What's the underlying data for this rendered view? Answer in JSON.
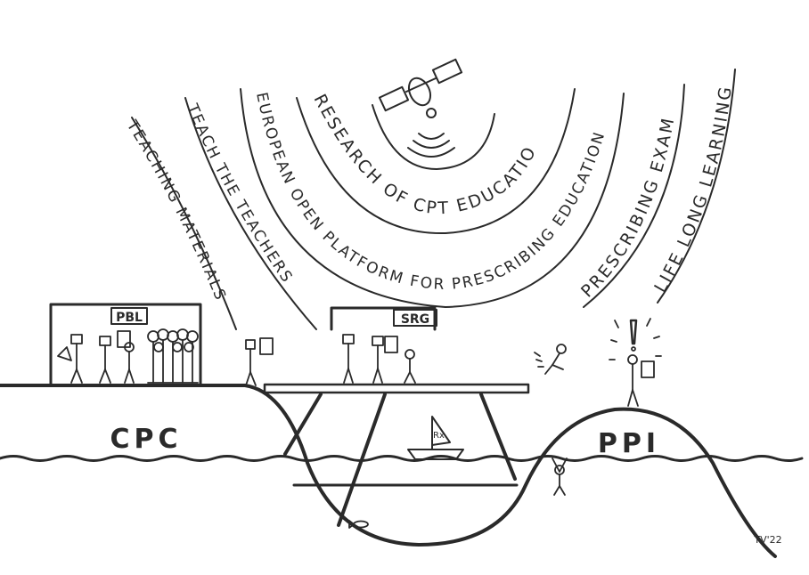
{
  "arcs": {
    "teaching_materials": "TEACHING MATERIALS",
    "teach_the_teachers": "TEACH THE TEACHERS",
    "european_open_platform": "EUROPEAN OPEN PLATFORM FOR PRESCRIBING EDUCATION",
    "research": "RESEARCH OF CPT EDUCATION",
    "prescribing_exam": "PRESCRIBING EXAM",
    "life_long_learning": "LIFE LONG LEARNING"
  },
  "signs": {
    "pbl": "PBL",
    "srg": "SRG"
  },
  "regions": {
    "cpc": "CPC",
    "ppi": "PPI"
  },
  "boat_label": "Rx",
  "signature": "TV'22",
  "colors": {
    "ink": "#2a2a2a",
    "paper": "#ffffff"
  }
}
